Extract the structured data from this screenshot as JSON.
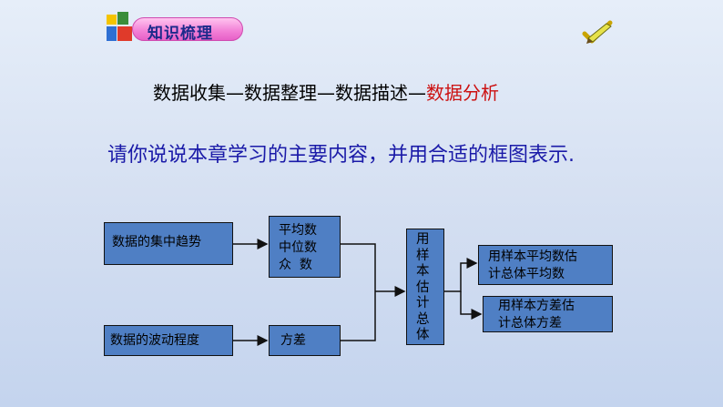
{
  "header": {
    "title": "知识梳理"
  },
  "flow": {
    "part1": "数据收集—数据整理—数据描述—",
    "part2": "数据分析"
  },
  "prompt": "请你说说本章学习的主要内容，并用合适的框图表示.",
  "diagram": {
    "trend_box": "数据的集中趋势",
    "measures": [
      "平均数",
      "中位数",
      "众  数"
    ],
    "spread_box": "数据的波动程度",
    "variance_box": "方差",
    "center_box": [
      "用",
      "样",
      "本",
      "估",
      "计",
      "总",
      "体"
    ],
    "estimate_mean": [
      "用样本平均数估",
      "计总体平均数"
    ],
    "estimate_variance": [
      "用样本方差估",
      "计总体方差"
    ]
  },
  "colors": {
    "box_fill": "#4f7fc4",
    "highlight": "#cc1111",
    "prompt_text": "#1a1aa8",
    "badge_fill": "#f27fd6"
  }
}
